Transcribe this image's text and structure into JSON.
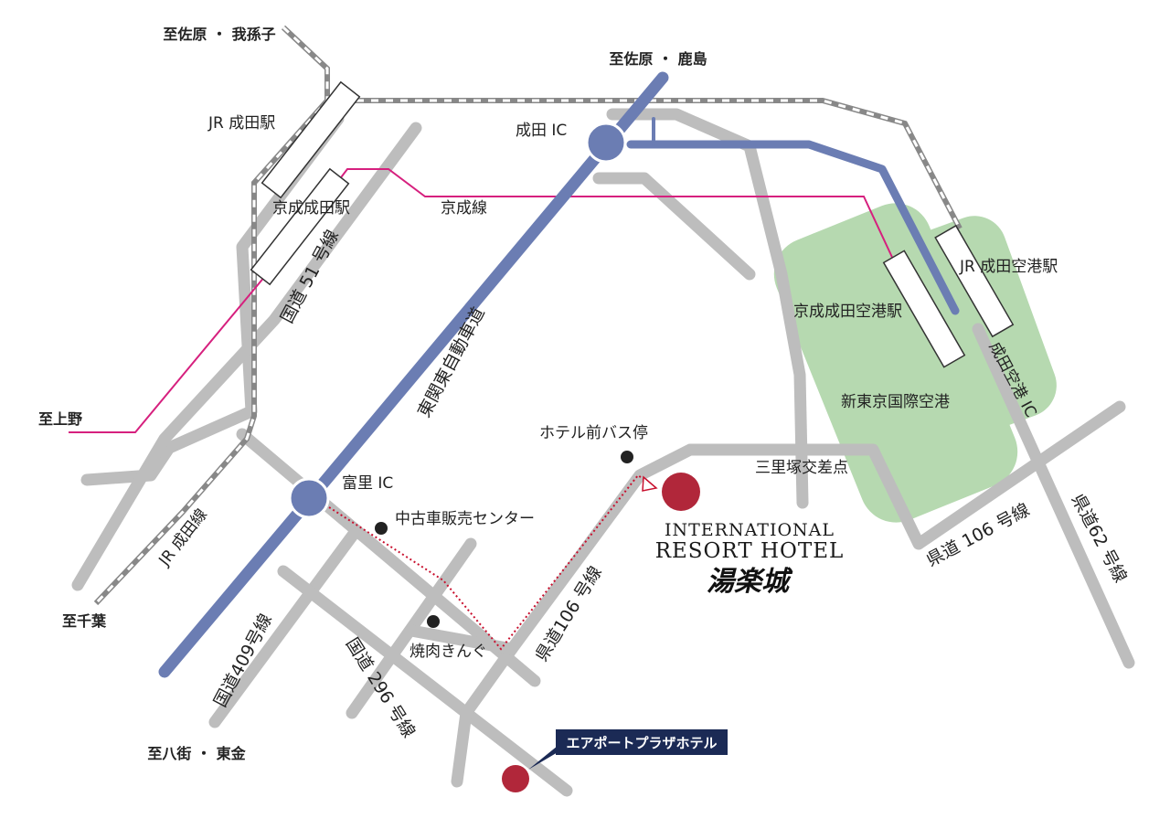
{
  "colors": {
    "road": "#bdbdbd",
    "expressway": "#6b7db3",
    "keisei_line": "#d6207e",
    "airport_area": "#b6d9b0",
    "hotel_marker": "#b1273a",
    "route_dotted": "#c8102e",
    "callout_bg": "#1b2a55"
  },
  "directions": {
    "sawara_abiko": "至佐原 ・ 我孫子",
    "sawara_kashima": "至佐原 ・ 鹿島",
    "ueno": "至上野",
    "chiba": "至千葉",
    "yachimata_togane": "至八街 ・ 東金"
  },
  "stations": {
    "jr_narita": "JR 成田駅",
    "keisei_narita": "京成成田駅",
    "jr_airport": "JR 成田空港駅",
    "keisei_airport": "京成成田空港駅"
  },
  "lines": {
    "keisei": "京成線",
    "jr_narita_line": "JR 成田線"
  },
  "interchanges": {
    "narita_ic": "成田 IC",
    "tomisato_ic": "富里 IC",
    "narita_airport_ic": "成田空港 IC"
  },
  "roads": {
    "route51": "国道 51 号線",
    "expressway": "東関東自動車道",
    "route409": "国道409号線",
    "route296": "国道 296 号線",
    "pref106_south": "県道106 号線",
    "pref106_east": "県道 106 号線",
    "pref62": "県道62 号線"
  },
  "landmarks": {
    "airport": "新東京国際空港",
    "bus_stop": "ホテル前バス停",
    "used_car": "中古車販売センター",
    "yakiniku": "焼肉きんぐ",
    "sanrizuka": "三里塚交差点"
  },
  "hotel": {
    "line1": "INTERNATIONAL",
    "line2": "RESORT HOTEL",
    "logo": "湯楽城"
  },
  "callout": {
    "airport_plaza": "エアポートプラザホテル"
  }
}
